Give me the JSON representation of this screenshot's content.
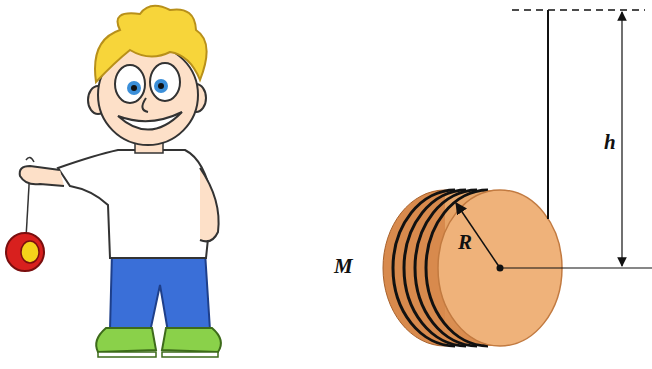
{
  "diagram": {
    "labels": [
      "M",
      "R",
      "h"
    ]
  }
}
